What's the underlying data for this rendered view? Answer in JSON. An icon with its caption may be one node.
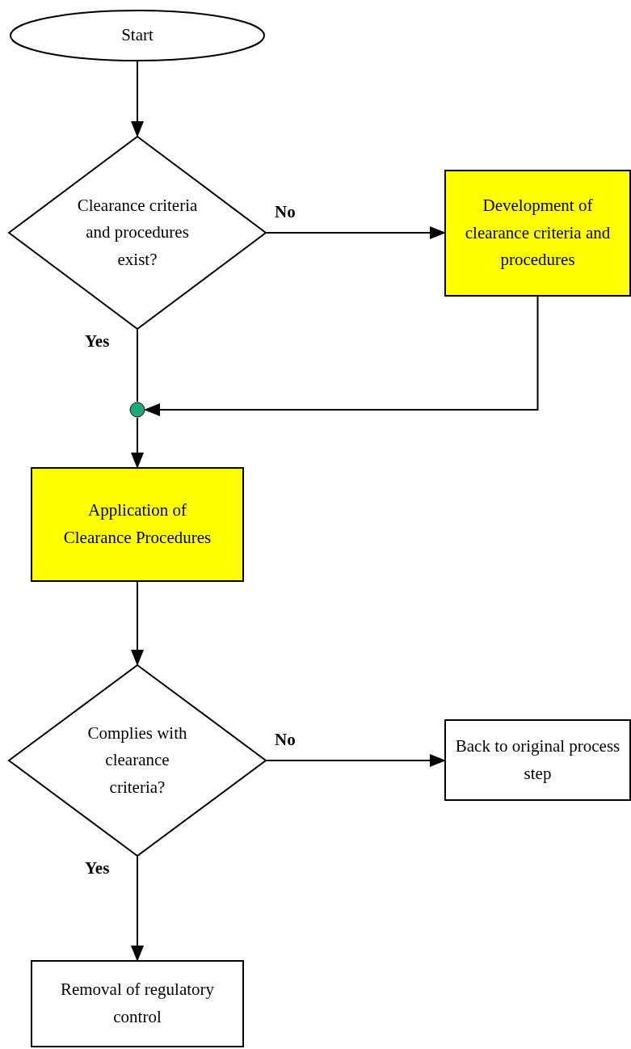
{
  "diagram": {
    "nodes": [
      {
        "text": [
          "Start"
        ]
      },
      {
        "text": [
          "Clearance criteria and procedures exist?"
        ]
      },
      {
        "text": [
          "Development of clearance criteria and procedures"
        ]
      },
      {
        "text": [],
        "shape": "circle"
      },
      {
        "text": [
          "Application of Clearance Procedures"
        ]
      },
      {
        "text": [
          "Complies with clearance criteria?"
        ]
      },
      {
        "text": [
          "Back to original process step"
        ]
      },
      {
        "text": [
          "Removal of regulatory control"
        ]
      }
    ],
    "edges": [
      {
        "from": 0,
        "to": 1,
        "arrow": "to"
      },
      {
        "from": 1,
        "to": 2,
        "arrow": "to",
        "label": "No"
      },
      {
        "from": 1,
        "to": 3,
        "arrow": "none",
        "label": "Yes"
      },
      {
        "from": 2,
        "to": 3,
        "arrow": "to"
      },
      {
        "from": 3,
        "to": 4,
        "arrow": "to"
      },
      {
        "from": 4,
        "to": 5,
        "arrow": "to"
      },
      {
        "from": 5,
        "to": 6,
        "arrow": "to",
        "label": "No"
      },
      {
        "from": 5,
        "to": 7,
        "arrow": "to",
        "label": "Yes"
      }
    ]
  }
}
